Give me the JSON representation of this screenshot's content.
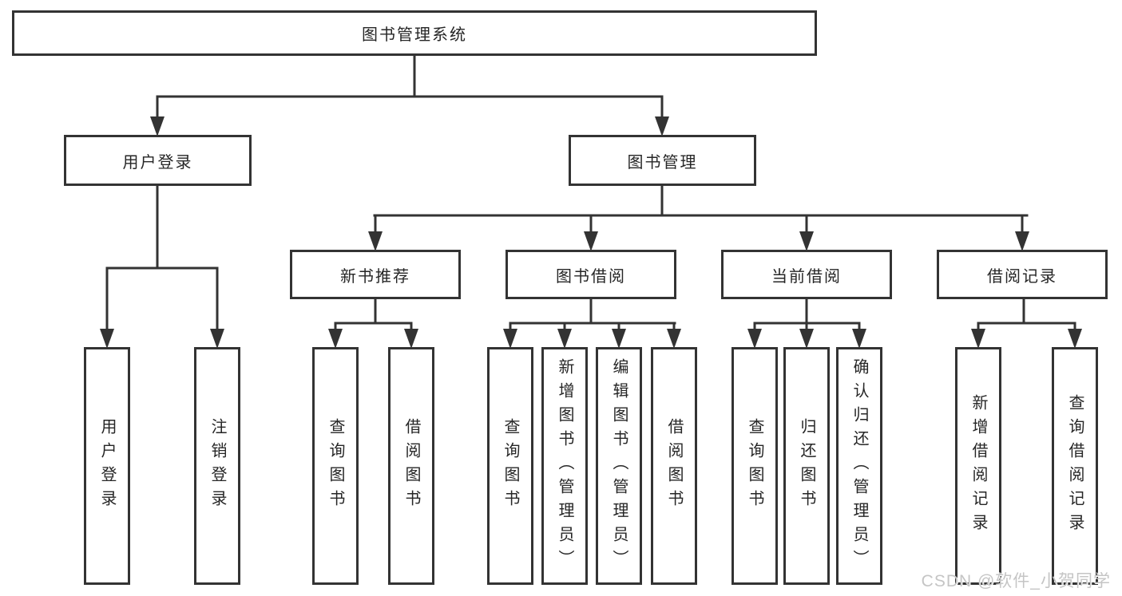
{
  "watermark": "CSDN @软件_小贺同学",
  "colors": {
    "line": "#333333",
    "text": "#262626",
    "box_background": "#ffffff",
    "watermark": "#c5c5c5"
  },
  "nodes": {
    "root": {
      "label": "图书管理系统"
    },
    "level2": [
      {
        "id": "user-login",
        "label": "用户登录",
        "parent": "图书管理系统"
      },
      {
        "id": "book-management",
        "label": "图书管理",
        "parent": "图书管理系统"
      }
    ],
    "level3": [
      {
        "id": "new-book-recommend",
        "label": "新书推荐",
        "parent": "图书管理"
      },
      {
        "id": "book-borrowing",
        "label": "图书借阅",
        "parent": "图书管理"
      },
      {
        "id": "current-borrowing",
        "label": "当前借阅",
        "parent": "图书管理"
      },
      {
        "id": "borrowing-records",
        "label": "借阅记录",
        "parent": "图书管理"
      }
    ],
    "leaves": [
      {
        "id": "user-login-action",
        "label": "用户登录",
        "parent": "用户登录"
      },
      {
        "id": "logout-action",
        "label": "注销登录",
        "parent": "用户登录"
      },
      {
        "id": "query-books-recommend",
        "label": "查询图书",
        "parent": "新书推荐"
      },
      {
        "id": "borrow-book-recommend",
        "label": "借阅图书",
        "parent": "新书推荐"
      },
      {
        "id": "query-books-borrowing",
        "label": "查询图书",
        "parent": "图书借阅"
      },
      {
        "id": "add-book-admin",
        "label": "新增图书（管理员）",
        "parent": "图书借阅"
      },
      {
        "id": "edit-book-admin",
        "label": "编辑图书（管理员）",
        "parent": "图书借阅"
      },
      {
        "id": "borrow-book-borrowing",
        "label": "借阅图书",
        "parent": "图书借阅"
      },
      {
        "id": "query-books-current",
        "label": "查询图书",
        "parent": "当前借阅"
      },
      {
        "id": "return-book",
        "label": "归还图书",
        "parent": "当前借阅"
      },
      {
        "id": "confirm-return-admin",
        "label": "确认归还（管理员）",
        "parent": "当前借阅"
      },
      {
        "id": "add-borrow-record",
        "label": "新增借阅记录",
        "parent": "借阅记录"
      },
      {
        "id": "query-borrow-record",
        "label": "查询借阅记录",
        "parent": "借阅记录"
      }
    ]
  }
}
